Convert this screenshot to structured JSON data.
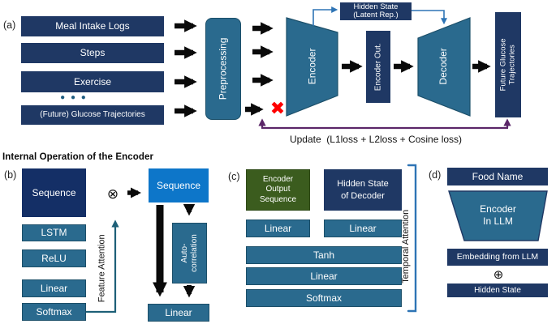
{
  "section_title": "Internal Operation of the Encoder",
  "panel_a": {
    "label": "(a)",
    "inputs": [
      "Meal Intake Logs",
      "Steps",
      "Exercise",
      "(Future) Glucose Trajectories"
    ],
    "dots": "● ● ●",
    "preprocessing": "Preprocessing",
    "encoder": "Encoder",
    "encoder_out": "Encoder Out.",
    "decoder": "Decoder",
    "output": "Future Glucose\nTrajectories",
    "hidden_state": "Hidden State\n(Latent Rep.)",
    "reject_icon": "✖",
    "update_text": "Update  (L1loss + L2loss + Cosine loss)"
  },
  "panel_b": {
    "label": "(b)",
    "input_sequence": "Sequence",
    "layers": [
      "LSTM",
      "ReLU",
      "Linear",
      "Softmax"
    ],
    "multiply": "⊗",
    "feature_attention": "Feature Attention",
    "weighted_sequence": "Sequence",
    "autocorrelation": "Auto-\ncorrelation",
    "linear_out": "Linear"
  },
  "panel_c": {
    "label": "(c)",
    "encoder_output_sequence": "Encoder\nOutput\nSequence",
    "hidden_state_of_decoder": "Hidden State\nof Decoder",
    "linear_left": "Linear",
    "linear_right": "Linear",
    "tanh": "Tanh",
    "linear": "Linear",
    "softmax": "Softmax",
    "temporal_attention": "Temporal Attention"
  },
  "panel_d": {
    "label": "(d)",
    "food_name": "Food Name",
    "encoder_in_llm": "Encoder\nIn LLM",
    "embedding_from_llm": "Embedding from LLM",
    "plus": "⊕",
    "hidden_state": "Hidden State"
  },
  "colors": {
    "navy": "#1F3864",
    "navyDeep": "#142F66",
    "teal": "#2A6A8E",
    "tealBorder": "#1C4F69",
    "blue": "#0D76C9",
    "green": "#3B5C1E",
    "greenBorder": "#2F4A18",
    "steel": "#2E74B5",
    "purple": "#5B2668",
    "red": "#FF0000",
    "arrow": "#0A0A0A",
    "dots": "#1F5D80"
  }
}
